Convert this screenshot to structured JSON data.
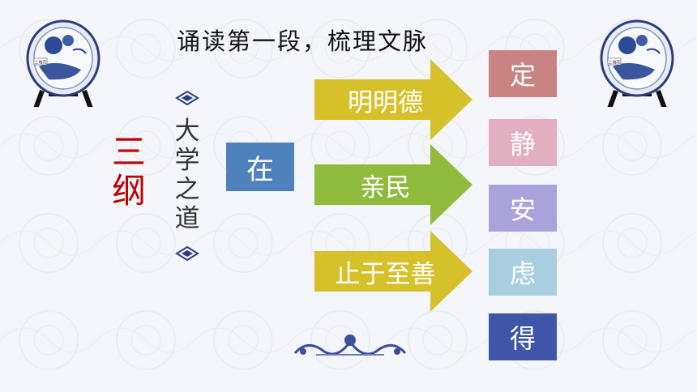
{
  "title": "诵读第一段，梳理文脉",
  "left_label": "三纲",
  "vertical_label": "大学之道",
  "zai_box": "在",
  "arrows": [
    {
      "label": "明明德",
      "color": "#d7c12a"
    },
    {
      "label": "亲民",
      "color": "#8fba3c"
    },
    {
      "label": "止于至善",
      "color": "#d7c12a"
    }
  ],
  "steps": [
    {
      "label": "定",
      "color": "#c98383"
    },
    {
      "label": "静",
      "color": "#e2aec0"
    },
    {
      "label": "安",
      "color": "#a9a3dc"
    },
    {
      "label": "虑",
      "color": "#a8cfe0"
    },
    {
      "label": "得",
      "color": "#3f55a8"
    }
  ],
  "plate_caption": "上瑞花",
  "icons": [
    "porcelain-plate-icon",
    "ornament-divider-icon",
    "scroll-ornament-icon"
  ]
}
